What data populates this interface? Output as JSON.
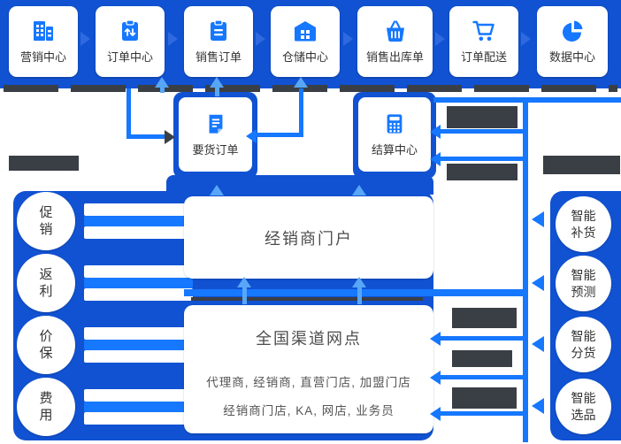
{
  "colors": {
    "panel_blue": "#1152d2",
    "accent_blue": "#1677ff",
    "light_arrow_blue": "#58a6f8",
    "dark_redaction": "#3a3e45"
  },
  "top_row": {
    "cards": [
      {
        "label": "营销中心",
        "icon": "building-icon"
      },
      {
        "label": "订单中心",
        "icon": "clipboard-sync-icon"
      },
      {
        "label": "销售订单",
        "icon": "clipboard-order-icon"
      },
      {
        "label": "仓储中心",
        "icon": "warehouse-icon"
      },
      {
        "label": "销售出库单",
        "icon": "basket-icon"
      },
      {
        "label": "订单配送",
        "icon": "cart-icon"
      },
      {
        "label": "数据中心",
        "icon": "pie-chart-icon"
      }
    ]
  },
  "mid_row": {
    "cards": [
      {
        "label": "要货订单",
        "icon": "document-icon"
      },
      {
        "label": "结算中心",
        "icon": "calculator-icon"
      }
    ]
  },
  "left_panel": {
    "circles": [
      {
        "label": "促销"
      },
      {
        "label": "返利"
      },
      {
        "label": "价保"
      },
      {
        "label": "费用"
      }
    ]
  },
  "right_panel": {
    "circles": [
      {
        "label": "智能补货"
      },
      {
        "label": "智能预测"
      },
      {
        "label": "智能分货"
      },
      {
        "label": "智能选品"
      }
    ]
  },
  "center": {
    "portal_title": "经销商门户",
    "network_title": "全国渠道网点",
    "network_line1": "代理商, 经销商, 直营门店, 加盟门店",
    "network_line2": "经销商门店, KA, 网店, 业务员"
  }
}
